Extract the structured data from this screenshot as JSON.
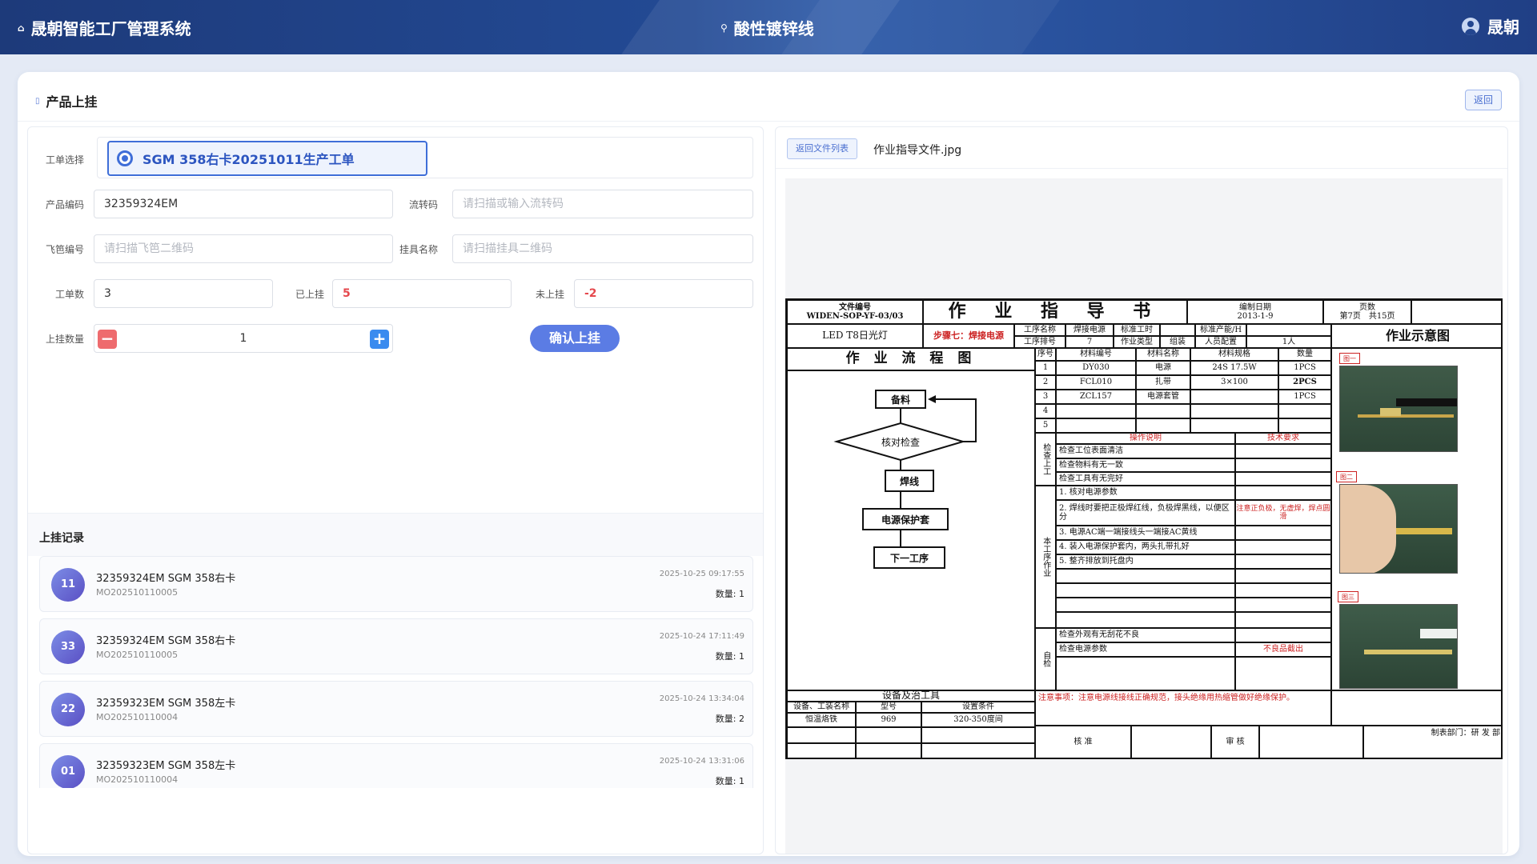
{
  "header": {
    "brand": "晟朝智能工厂管理系统",
    "line": "酸性镀锌线",
    "user": "晟朝"
  },
  "page": {
    "title": "产品上挂",
    "back_label": "返回"
  },
  "form": {
    "work_order_label": "工单选择",
    "work_order_value": "SGM 358右卡20251011生产工单",
    "product_code_label": "产品编码",
    "product_code_value": "32359324EM",
    "flow_code_label": "流转码",
    "flow_code_placeholder": "请扫描或输入流转码",
    "rack_no_label": "飞笆编号",
    "rack_no_placeholder": "请扫描飞笆二维码",
    "hanger_label": "挂具名称",
    "hanger_placeholder": "请扫描挂具二维码",
    "order_qty_label": "工单数",
    "order_qty_value": "3",
    "hung_label": "已上挂",
    "hung_value": "5",
    "unhung_label": "未上挂",
    "unhung_value": "-2",
    "hang_qty_label": "上挂数量",
    "hang_qty_value": "1",
    "confirm_label": "确认上挂"
  },
  "records": {
    "title": "上挂记录",
    "items": [
      {
        "num": "11",
        "title": "32359324EM SGM 358右卡",
        "order": "MO202510110005",
        "time": "2025-10-25 09:17:55",
        "qty": "数量: 1"
      },
      {
        "num": "33",
        "title": "32359324EM SGM 358右卡",
        "order": "MO202510110005",
        "time": "2025-10-24 17:11:49",
        "qty": "数量: 1"
      },
      {
        "num": "22",
        "title": "32359323EM SGM 358左卡",
        "order": "MO202510110004",
        "time": "2025-10-24 13:34:04",
        "qty": "数量: 2"
      },
      {
        "num": "01",
        "title": "32359323EM SGM 358左卡",
        "order": "MO202510110004",
        "time": "2025-10-24 13:31:06",
        "qty": "数量: 1"
      }
    ]
  },
  "viewer": {
    "files_button": "返回文件列表",
    "file_name": "作业指导文件.jpg"
  },
  "doc": {
    "file_no_label": "文件编号",
    "file_no": "WIDEN-SOP-YF-03/03",
    "title": "作 业 指 导 书",
    "date_label": "编制日期",
    "date": "2013-1-9",
    "pages_label": "页数",
    "pages": "第7页　共15页",
    "product": "LED T8日光灯",
    "step": "步骤七：焊接电源",
    "proc_name_label": "工序名称",
    "proc_name": "焊接电源",
    "std_time_label": "标准工时",
    "std_output_label": "标准产能/H",
    "proc_no_label": "工序排号",
    "proc_no": "7",
    "work_type_label": "作业类型",
    "work_type": "组装",
    "staff_label": "人员配置",
    "staff": "1人",
    "diagram_title": "作业示意图",
    "flow_title": "作 业 流 程 图",
    "flow": [
      "备料",
      "核对检查",
      "焊线",
      "电源保护套",
      "下一工序"
    ],
    "mat_headers": [
      "序号",
      "材料编号",
      "材料名称",
      "材料规格",
      "数量"
    ],
    "materials": [
      [
        "1",
        "DY030",
        "电源",
        "24S 17.5W",
        "1PCS"
      ],
      [
        "2",
        "FCL010",
        "扎带",
        "3×100",
        "2PCS"
      ],
      [
        "3",
        "ZCL157",
        "电源套管",
        "",
        "1PCS"
      ],
      [
        "4",
        "",
        "",
        "",
        ""
      ],
      [
        "5",
        "",
        "",
        "",
        ""
      ]
    ],
    "op_header": "操作说明",
    "tech_header": "技术要求",
    "check_label": "检查上工",
    "checks": [
      "检查工位表面清洁",
      "检查物料有无一致",
      "检查工具有无完好"
    ],
    "proc_label": "本工序作业",
    "ops": [
      "1. 核对电源参数",
      "2. 焊线时要把正极焊红线，负极焊黑线，以便区分",
      "3. 电源AC端一端接线头一端接AC黄线",
      "4. 装入电源保护套内，两头扎带扎好",
      "5. 整齐排放到托盘内"
    ],
    "op2_tech": "注意正负极，无虚焊，焊点圆滑",
    "self_label": "自检",
    "self_checks": [
      "检查外观有无刮花不良",
      "检查电源参数"
    ],
    "self_tech": "不良品截出",
    "equip_title": "设备及治工具",
    "equip_headers": [
      "设备、工装名称",
      "型号",
      "设置条件"
    ],
    "equip": [
      "恒温烙铁",
      "969",
      "320-350度间"
    ],
    "note": "注意事项：注意电源线接线正确规范，接头绝缘用热缩管做好绝缘保护。",
    "approve_label": "核 准",
    "review_label": "审 核",
    "dept": "制表部门：研 发 部",
    "pic_tags": [
      "图一",
      "图二",
      "图三"
    ]
  }
}
